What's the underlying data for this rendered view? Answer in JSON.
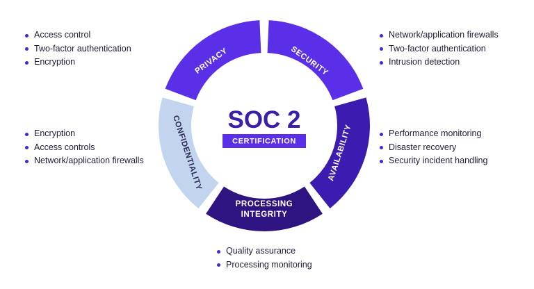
{
  "center": {
    "title": "SOC 2",
    "subtitle": "CERTIFICATION"
  },
  "segments": {
    "privacy": {
      "label": "PRIVACY",
      "color": "#5b2ee8"
    },
    "security": {
      "label": "SECURITY",
      "color": "#5b2ee8"
    },
    "availability": {
      "label": "AVAILABILITY",
      "color": "#3b1bb0"
    },
    "processing": {
      "label_line1": "PROCESSING",
      "label_line2": "INTEGRITY",
      "color": "#2e1480"
    },
    "confidentiality": {
      "label": "CONFIDENTIALITY",
      "color": "#c2d4ee"
    }
  },
  "lists": {
    "privacy": [
      "Access control",
      "Two-factor authentication",
      "Encryption"
    ],
    "security": [
      "Network/application firewalls",
      "Two-factor authentication",
      "Intrusion detection"
    ],
    "confidentiality": [
      "Encryption",
      "Access controls",
      "Network/application firewalls"
    ],
    "availability": [
      "Performance monitoring",
      "Disaster recovery",
      "Security incident handling"
    ],
    "processing": [
      "Quality assurance",
      "Processing monitoring"
    ]
  },
  "colors": {
    "bullet": "#4527d6",
    "title": "#3b1fa8",
    "badge": "#5b2ee8",
    "label_dark": "#2b2b55"
  }
}
